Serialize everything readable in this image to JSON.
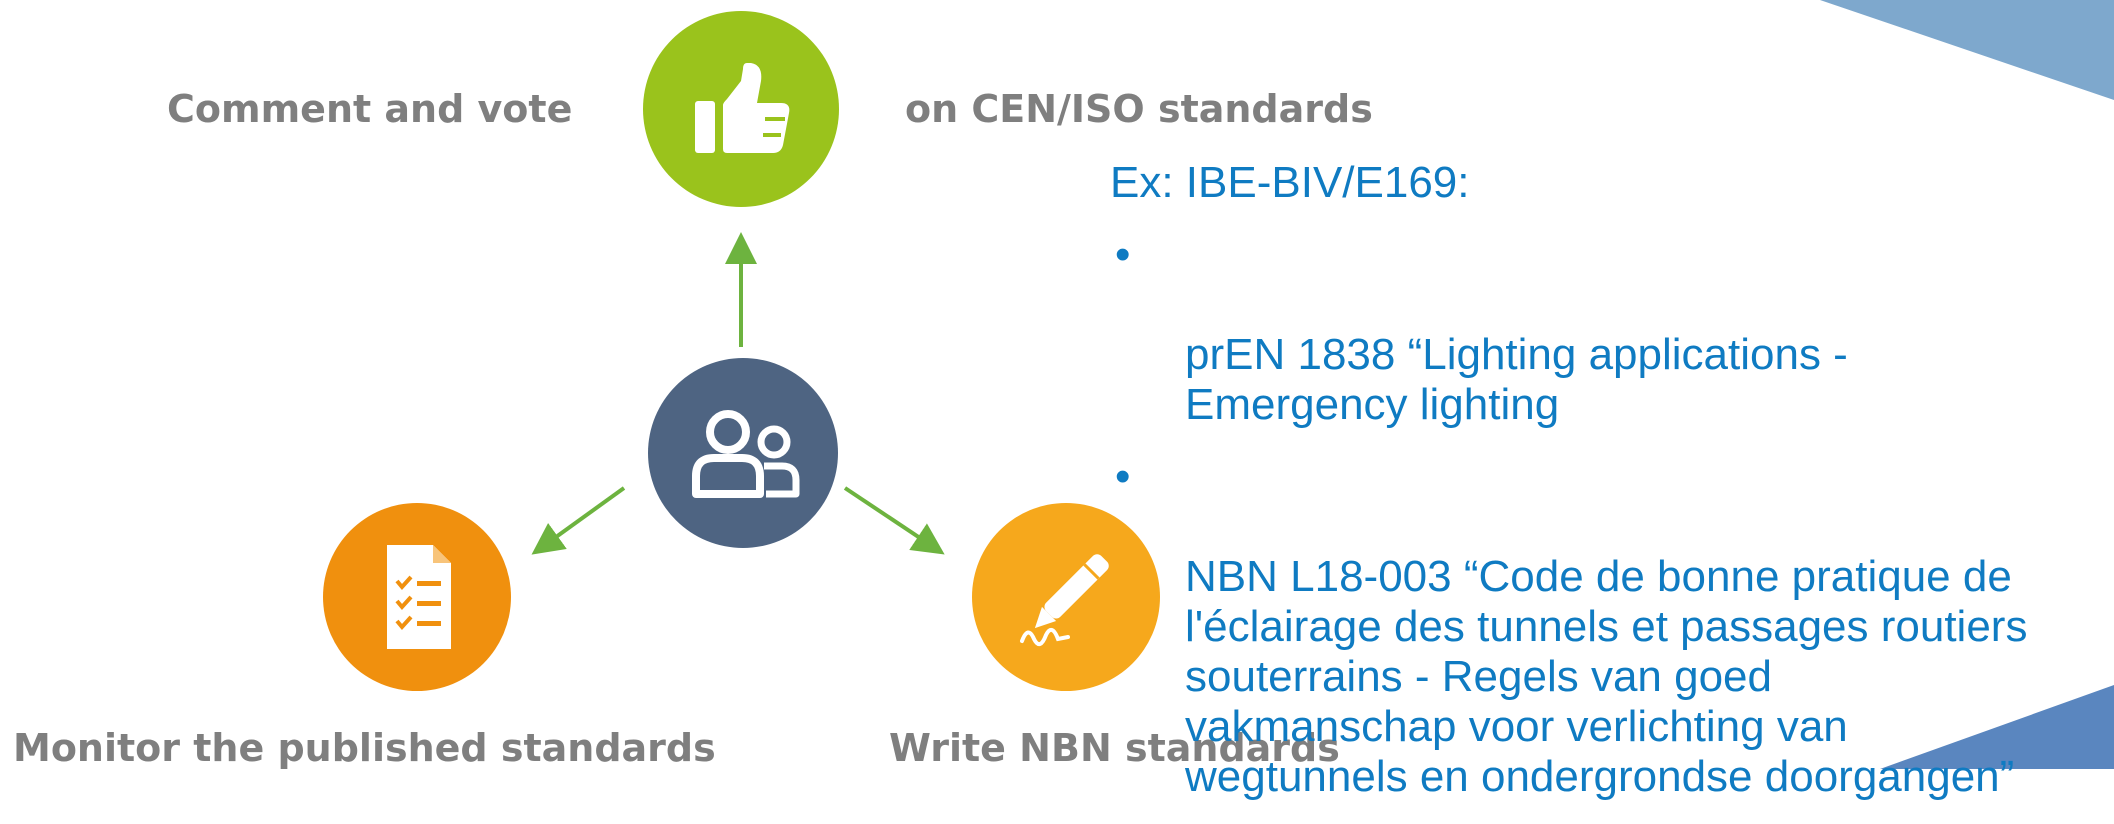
{
  "colors": {
    "green": "#9ac31c",
    "navy": "#4e6482",
    "orange": "#f0900e",
    "amber": "#f6a81c",
    "arrow": "#6db33f",
    "label_gray": "#7f7f7f",
    "text_blue": "#0f7bc2",
    "corner_blue_light": "#7ea8cd",
    "corner_blue_dark": "#5a86bf"
  },
  "icons": {
    "top": "thumbs-up-icon",
    "center": "users-icon",
    "left": "checklist-document-icon",
    "right": "pen-signature-icon"
  },
  "labels": {
    "comment_vote": "Comment and vote",
    "cen_iso": "on CEN/ISO standards",
    "monitor": "Monitor the published standards",
    "write": "Write NBN standards"
  },
  "example": {
    "title": "Ex: IBE-BIV/E169:",
    "bullet_symbol": "•",
    "items": [
      "prEN 1838 “Lighting applications -\nEmergency lighting",
      "NBN L18-003 “Code de bonne pratique de\nl'éclairage des tunnels et passages routiers\nsouterrains - Regels van goed\nvakmanschap voor verlichting van\nwegtunnels en ondergrondse doorgangen”"
    ]
  }
}
